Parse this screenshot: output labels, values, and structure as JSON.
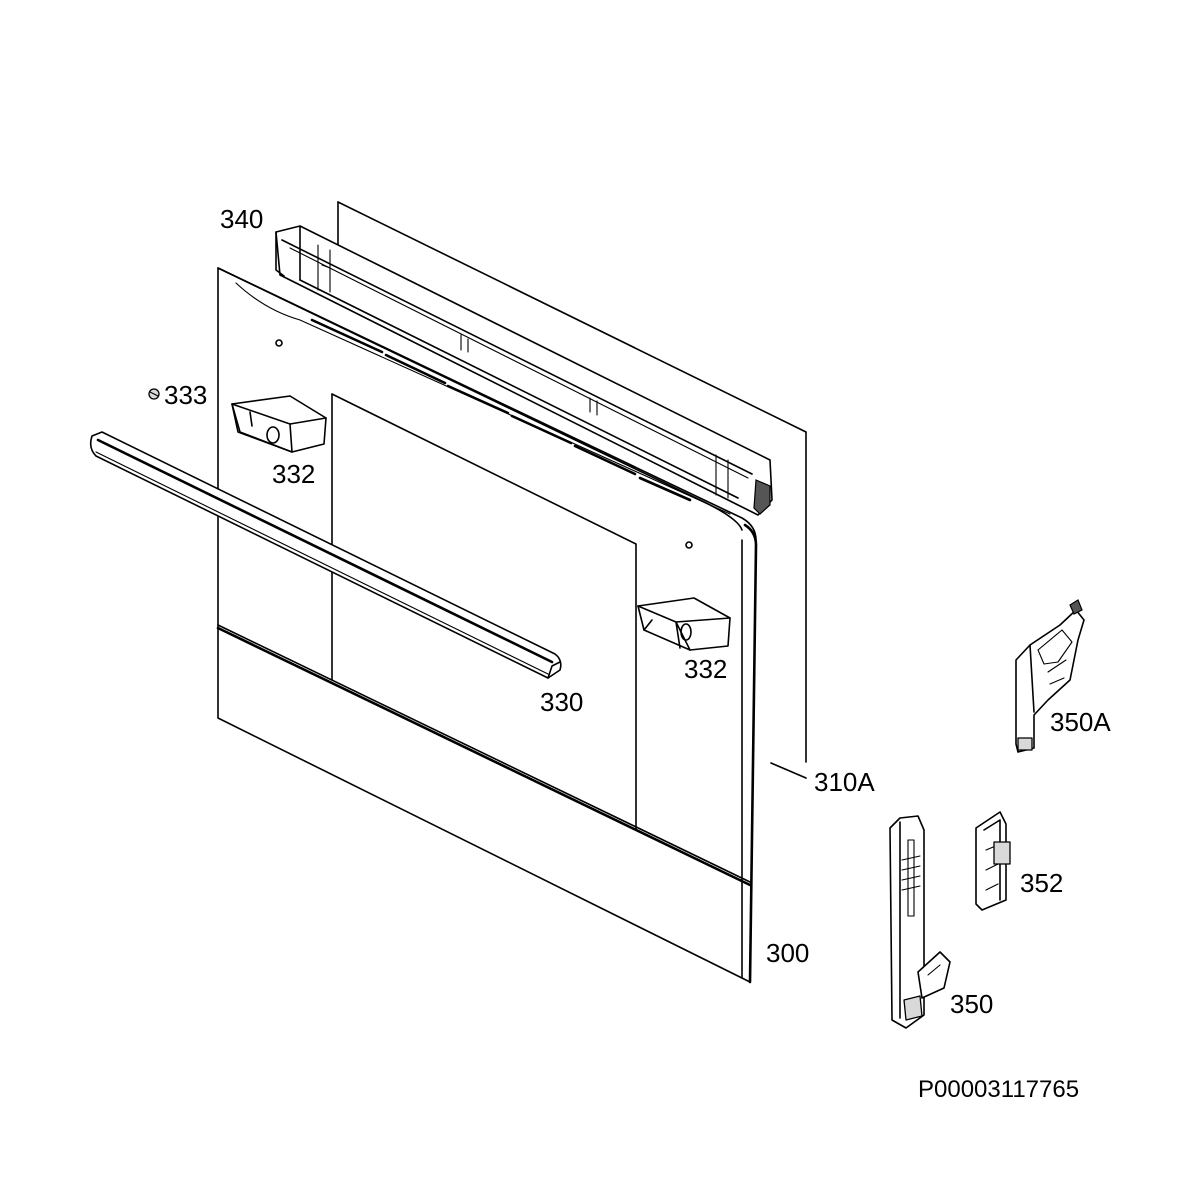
{
  "parts": {
    "p300": "300",
    "p310a": "310A",
    "p330": "330",
    "p332a": "332",
    "p332b": "332",
    "p333": "333",
    "p340": "340",
    "p350": "350",
    "p350a": "350A",
    "p352": "352"
  },
  "reference_code": "P00003117765"
}
